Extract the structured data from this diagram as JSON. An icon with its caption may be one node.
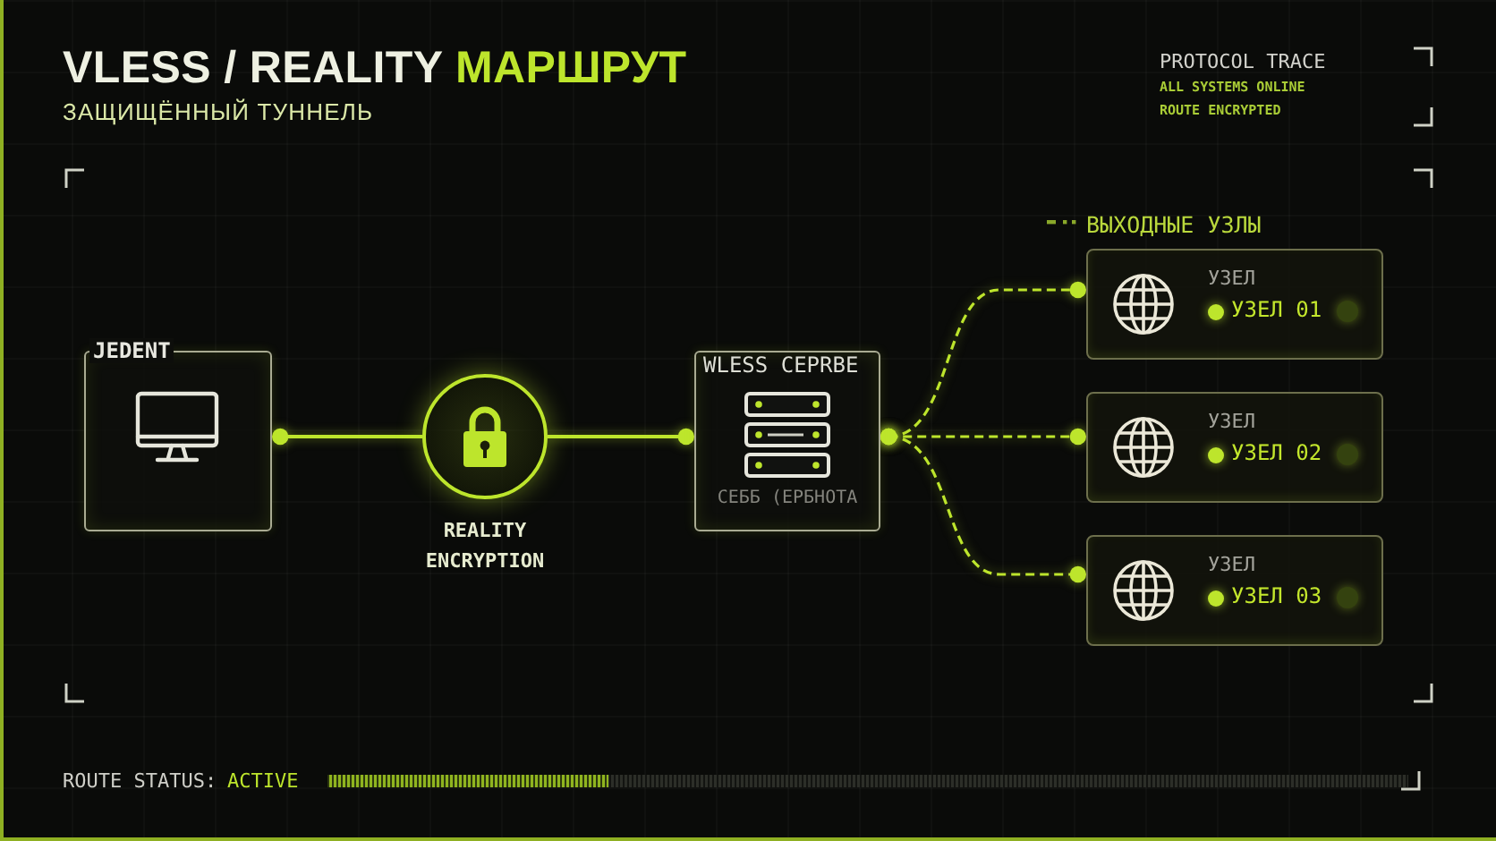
{
  "diagram": {
    "title": "VLESS / REALITY **МАРШРУТ**",
    "nodes": [
      {
        "text": [
          "JEDENT"
        ]
      },
      {
        "text": [
          "REALITY ENCRYPTION"
        ]
      },
      {
        "text": [
          "WLESS CEPRBE",
          "СЕББ (ЕРБНОТА"
        ]
      },
      {
        "text": [
          "УЗЕЛ",
          "УЗЕЛ 01"
        ]
      },
      {
        "text": [
          "УЗЕЛ",
          "УЗЕЛ 02"
        ]
      },
      {
        "text": [
          "УЗЕЛ",
          "УЗЕЛ 03"
        ]
      }
    ],
    "edges": [
      {
        "from": 0,
        "to": 1,
        "arrow": "other"
      },
      {
        "from": 1,
        "to": 2,
        "arrow": "other"
      },
      {
        "from": 2,
        "to": 3,
        "arrow": "other",
        "style": "dashed"
      },
      {
        "from": 2,
        "to": 4,
        "arrow": "other",
        "style": "dashed"
      },
      {
        "from": 2,
        "to": 5,
        "arrow": "other",
        "style": "dashed"
      }
    ],
    "labels": [
      "ЗАЩИЩЁННЫЙ ТУННЕЛЬ",
      "PROTOCOL TRACE",
      "ALL SYSTEMS ONLINE",
      "ROUTE ENCRYPTED",
      "ВЫХОДНЫЕ УЗЛЫ",
      "ROUTE STATUS:",
      "ACTIVE"
    ]
  }
}
